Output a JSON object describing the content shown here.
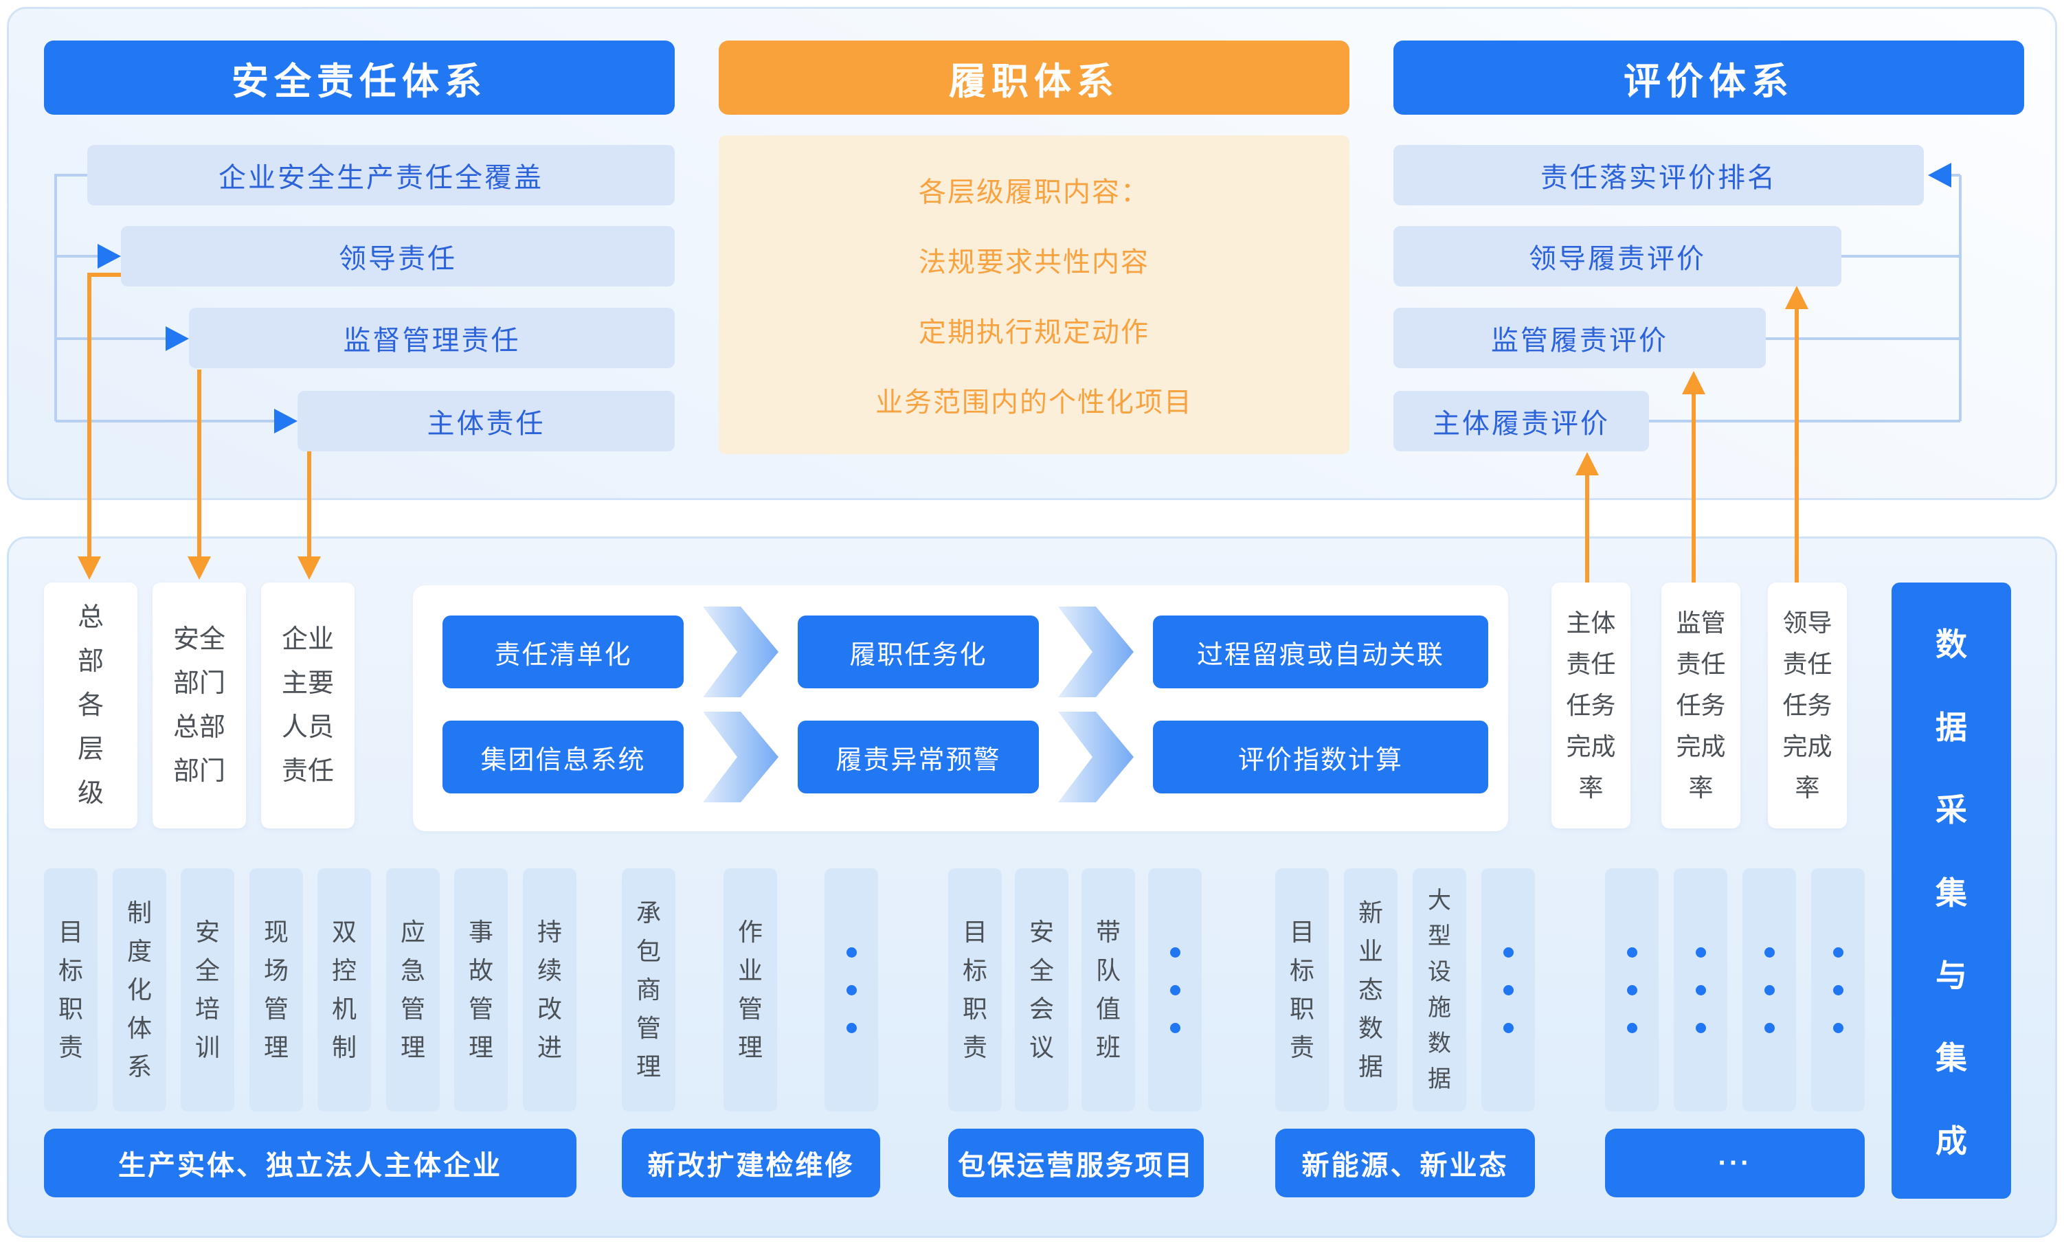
{
  "top": {
    "responsibility": {
      "title": "安全责任体系",
      "boxes": [
        {
          "label": "企业安全生产责任全覆盖"
        },
        {
          "label": "领导责任"
        },
        {
          "label": "监督管理责任"
        },
        {
          "label": "主体责任"
        }
      ]
    },
    "performance": {
      "title": "履职体系",
      "lines": [
        "各层级履职内容：",
        "法规要求共性内容",
        "定期执行规定动作",
        "业务范围内的个性化项目"
      ]
    },
    "evaluation": {
      "title": "评价体系",
      "boxes": [
        {
          "label": "责任落实评价排名"
        },
        {
          "label": "领导履责评价"
        },
        {
          "label": "监管履责评价"
        },
        {
          "label": "主体履责评价"
        }
      ]
    }
  },
  "middle": {
    "org_boxes": [
      {
        "label": "总\n部\n各\n层\n级"
      },
      {
        "label": "安全\n部门\n总部\n部门"
      },
      {
        "label": "企业\n主要\n人员\n责任"
      }
    ],
    "flow_rows": [
      {
        "steps": [
          {
            "label": "责任清单化"
          },
          {
            "label": "履职任务化"
          },
          {
            "label": "过程留痕或自动关联"
          }
        ]
      },
      {
        "steps": [
          {
            "label": "集团信息系统"
          },
          {
            "label": "履责异常预警"
          },
          {
            "label": "评价指数计算"
          }
        ]
      }
    ],
    "completion_boxes": [
      {
        "label": "主体\n责任\n任务\n完成\n率"
      },
      {
        "label": "监管\n责任\n任务\n完成\n率"
      },
      {
        "label": "领导\n责任\n任务\n完成\n率"
      }
    ],
    "data_bar": {
      "label": "数据采集与集成",
      "chars": [
        "数",
        "据",
        "采",
        "集",
        "与",
        "集",
        "成"
      ]
    }
  },
  "bottom": {
    "groups": [
      {
        "columns": [
          {
            "label": "目\n标\n职\n责"
          },
          {
            "label": "制\n度\n化\n体\n系"
          },
          {
            "label": "安\n全\n培\n训"
          },
          {
            "label": "现\n场\n管\n理"
          },
          {
            "label": "双\n控\n机\n制"
          },
          {
            "label": "应\n急\n管\n理"
          },
          {
            "label": "事\n故\n管\n理"
          },
          {
            "label": "持\n续\n改\n进"
          }
        ],
        "button": "生产实体、独立法人主体企业"
      },
      {
        "columns": [
          {
            "label": "承\n包\n商\n管\n理"
          },
          {
            "label": "作\n业\n管\n理"
          },
          {
            "icon": "vertical-ellipsis"
          }
        ],
        "button": "新改扩建检维修"
      },
      {
        "columns": [
          {
            "label": "目\n标\n职\n责"
          },
          {
            "label": "安\n全\n会\n议"
          },
          {
            "label": "带\n队\n值\n班"
          },
          {
            "icon": "vertical-ellipsis"
          }
        ],
        "button": "包保运营服务项目"
      },
      {
        "columns": [
          {
            "label": "目\n标\n职\n责"
          },
          {
            "label": "新\n业\n态\n数\n据"
          },
          {
            "label": "大\n型\n设\n施\n数\n据"
          },
          {
            "icon": "vertical-ellipsis"
          }
        ],
        "button": "新能源、新业态"
      },
      {
        "columns": [
          {
            "icon": "vertical-ellipsis"
          },
          {
            "icon": "vertical-ellipsis"
          },
          {
            "icon": "vertical-ellipsis"
          },
          {
            "icon": "vertical-ellipsis"
          }
        ],
        "button": "···"
      }
    ]
  },
  "colors": {
    "primary_blue": "#2277f2",
    "header_orange": "#f9a23b",
    "arrow_orange": "#f89c30",
    "connector_blue": "#b7cff3",
    "light_blue_fill": "#d8e5f8",
    "light_orange_fill": "#fcefda",
    "box_text_blue": "#2c63d9",
    "dark_text": "#4b5156"
  }
}
